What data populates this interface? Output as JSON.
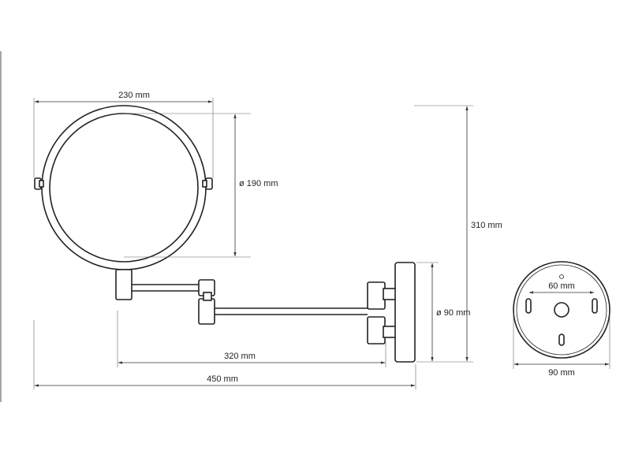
{
  "dimensions": {
    "mirror_width": "230 mm",
    "mirror_diameter": "ø 190 mm",
    "total_height": "310 mm",
    "arm_length": "320 mm",
    "total_length": "450 mm",
    "base_diameter_side": "ø 90 mm",
    "base_diameter_front": "90 mm",
    "hole_spacing": "60 mm"
  },
  "colors": {
    "line": "#222222",
    "background": "#ffffff"
  }
}
